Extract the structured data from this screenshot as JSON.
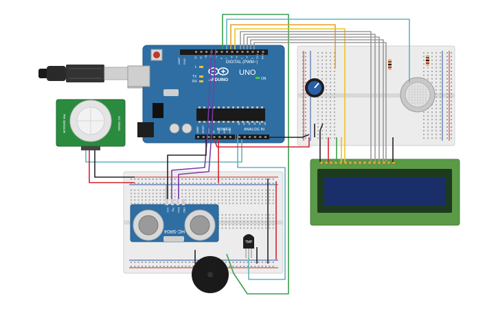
{
  "arduino": {
    "brand": "ARDUINO",
    "model": "UNO",
    "digital_header": "DIGITAL (PWM~)",
    "power_header": "POWER",
    "analog_header": "ANALOG IN",
    "aref": "AREF",
    "gnd": "GND",
    "led_l": "L",
    "led_tx": "TX",
    "led_rx": "RX",
    "led_on": "ON",
    "digital_pins": [
      "13",
      "12",
      "~11",
      "~10",
      "~9",
      "8",
      "7",
      "~6",
      "~5",
      "4",
      "~3",
      "2",
      "TX 1",
      "RX 0"
    ],
    "power_pins": [
      "IOREF",
      "RESET",
      "3.3V",
      "5V",
      "GND",
      "GND",
      "VIN"
    ],
    "analog_pins": [
      "A0",
      "A1",
      "A2",
      "A3",
      "A4",
      "A5"
    ]
  },
  "ultrasonic": {
    "model": "HC-SR04",
    "pins": [
      "VCC",
      "Trig",
      "Echo",
      "GND"
    ]
  },
  "pir": {
    "left_label": "PIR SENSOR",
    "right_label": "HC-SR501"
  },
  "temp_sensor": {
    "label": "TMP"
  },
  "colors": {
    "board": "#2e6ea3",
    "lcd_pcb": "#5b9a47",
    "lcd_screen": "#1a2e6a",
    "wire_green": "#3a9e4b",
    "wire_teal": "#5fb3bd",
    "wire_orange": "#e3a028",
    "wire_yellow": "#e9c321",
    "wire_gray": "#9a9a9a",
    "wire_purple": "#7a3aa8",
    "wire_red": "#d2232a",
    "wire_black": "#222222"
  }
}
